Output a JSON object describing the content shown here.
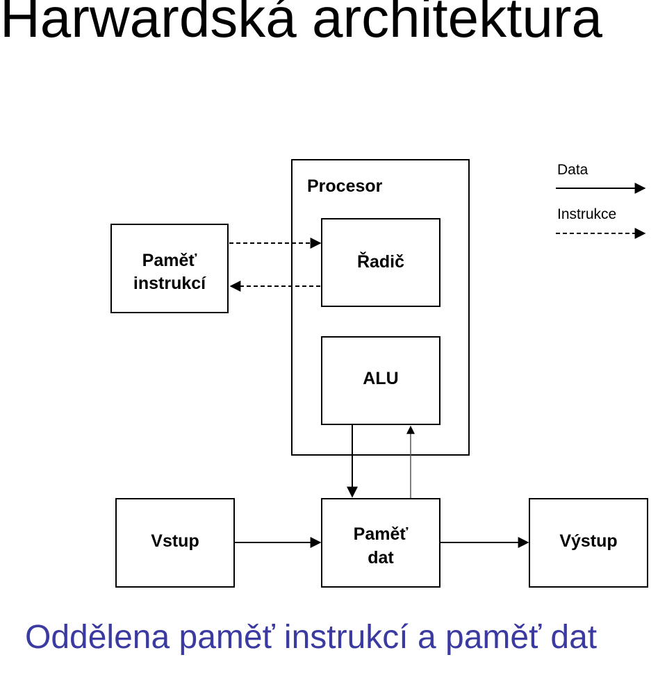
{
  "title": "Harwardská architektura",
  "caption": "Oddělena paměť instrukcí a paměť dat",
  "caption_color": "#3b3aa0",
  "diagram": {
    "legend": {
      "data_label": "Data",
      "instructions_label": "Instrukce"
    },
    "blocks": {
      "processor": "Procesor",
      "controller": "Řadič",
      "alu": "ALU",
      "instruction_memory_line1": "Paměť",
      "instruction_memory_line2": "instrukcí",
      "input": "Vstup",
      "data_memory_line1": "Paměť",
      "data_memory_line2": "dat",
      "output": "Výstup"
    }
  }
}
